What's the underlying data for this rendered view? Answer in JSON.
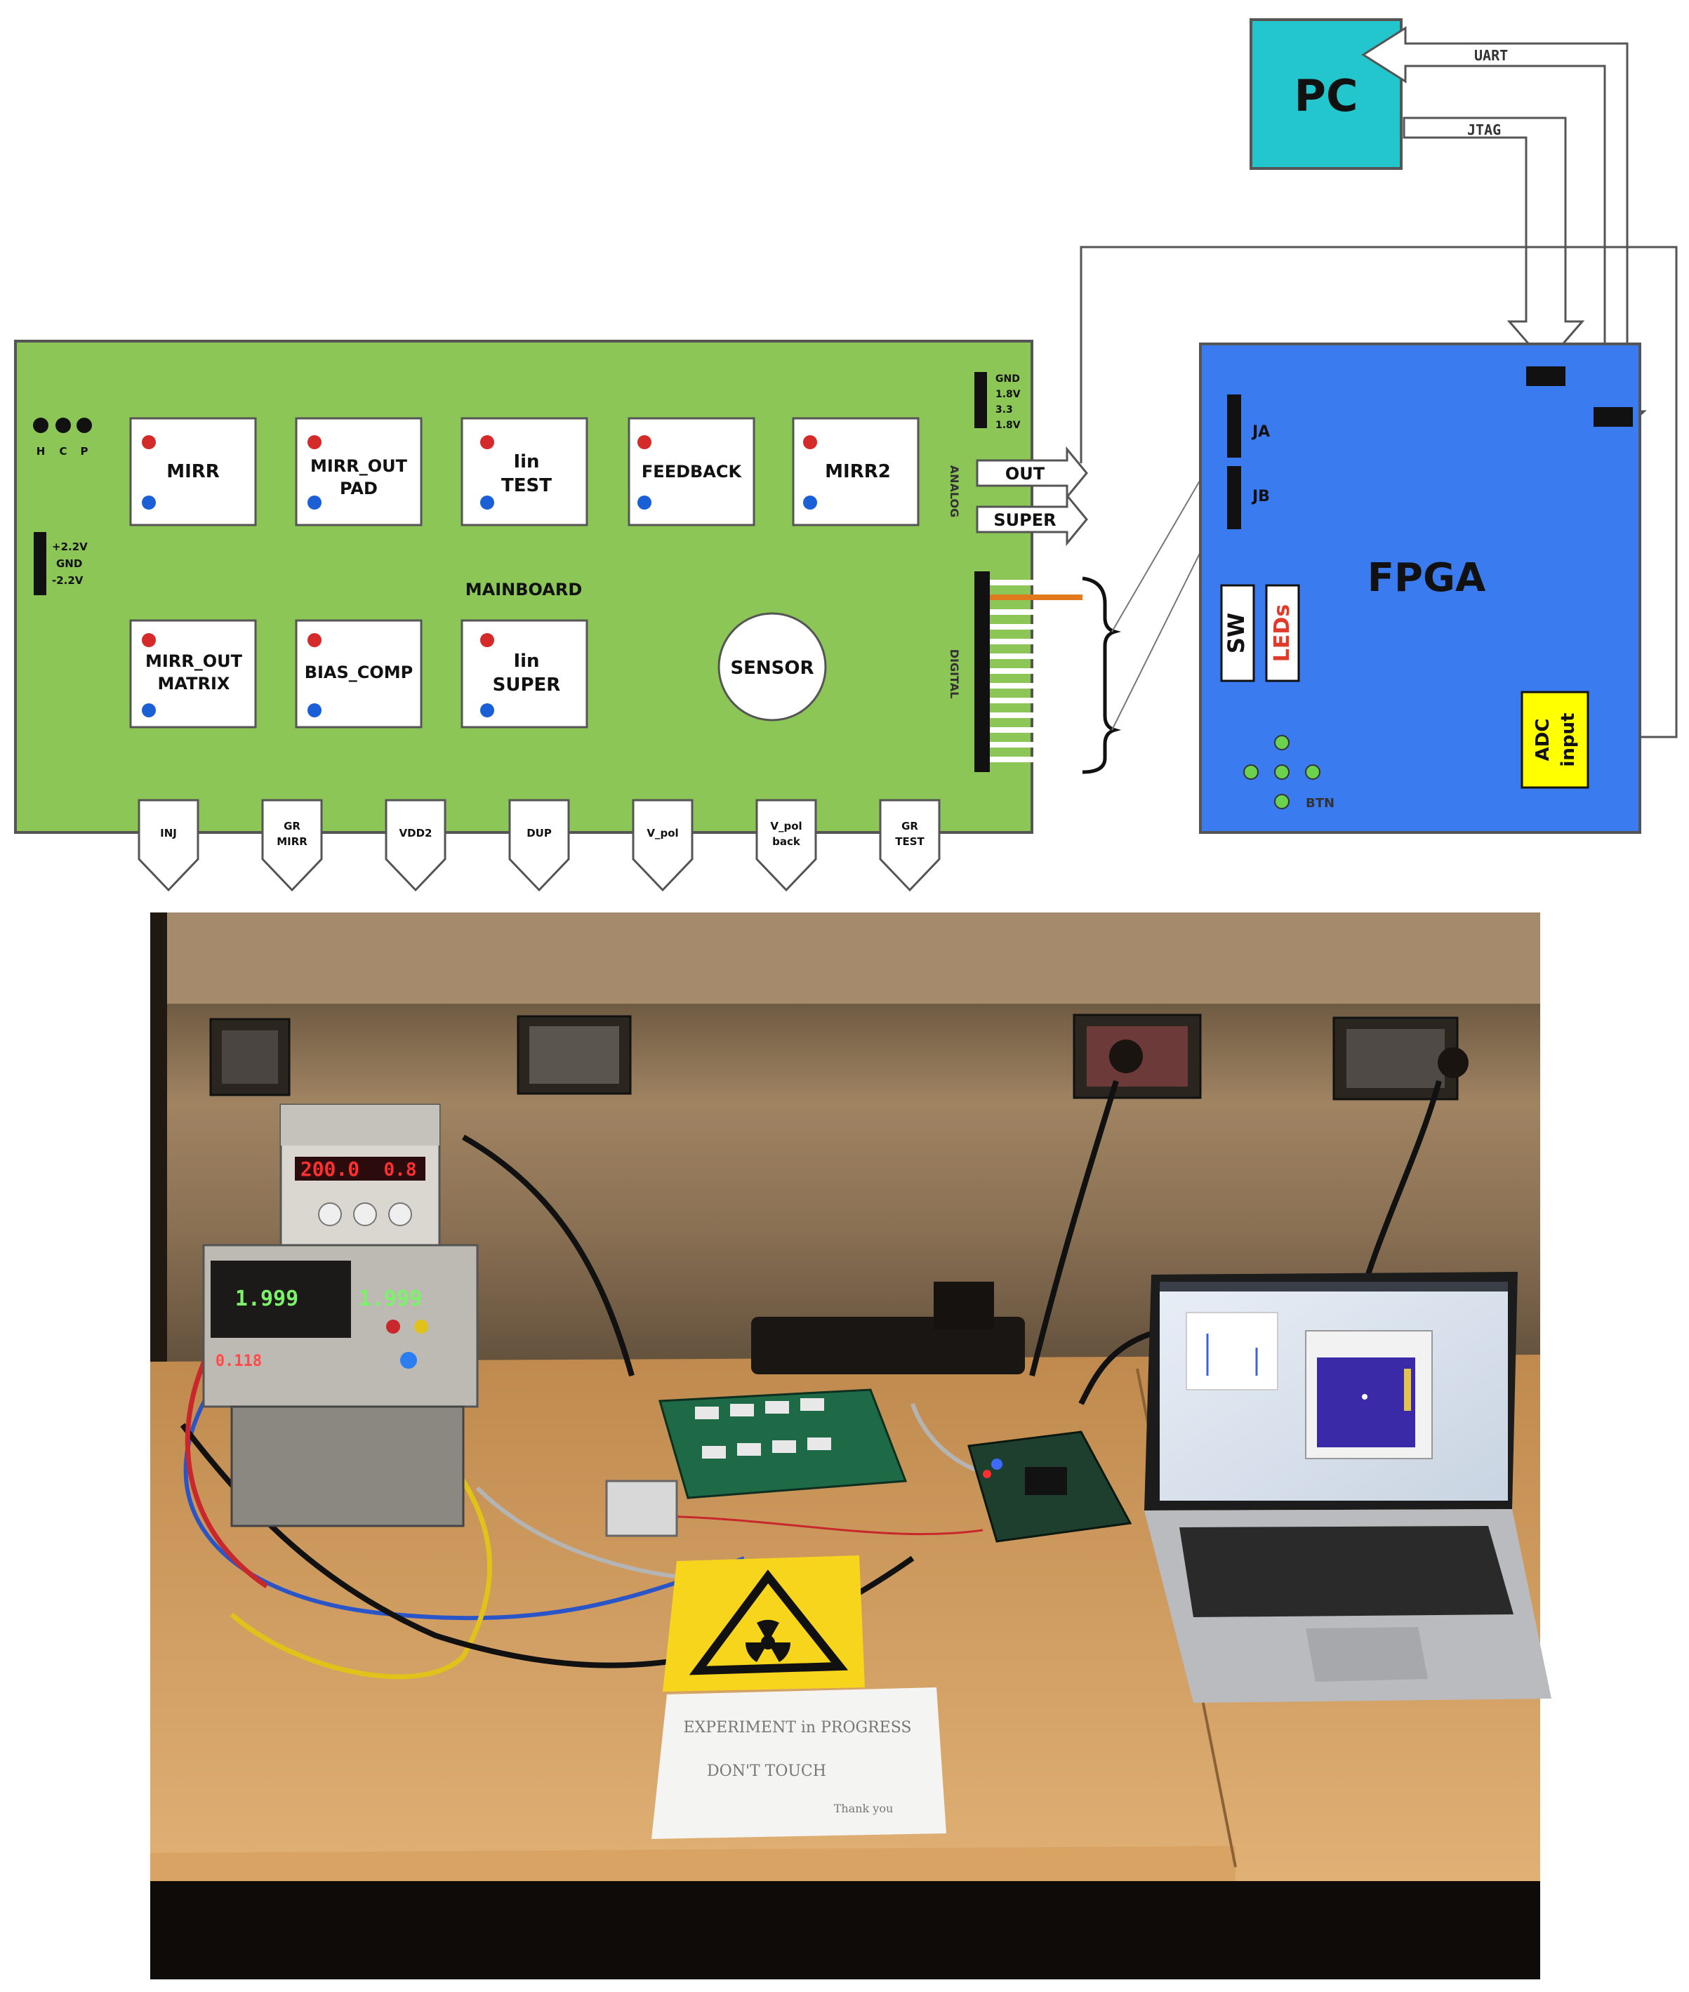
{
  "pc": {
    "label": "PC",
    "uart_label": "UART",
    "jtag_label": "JTAG"
  },
  "mainboard": {
    "label": "MAINBOARD",
    "hcp_labels": [
      "H",
      "C",
      "P"
    ],
    "power_left": [
      "+2.2V",
      "GND",
      "-2.2V"
    ],
    "power_right": [
      "GND",
      "1.8V",
      "3.3",
      "1.8V"
    ],
    "blocks": [
      {
        "lines": [
          "MIRR"
        ]
      },
      {
        "lines": [
          "MIRR_OUT",
          "PAD"
        ]
      },
      {
        "lines": [
          "Iin",
          "TEST"
        ]
      },
      {
        "lines": [
          "FEEDBACK"
        ]
      },
      {
        "lines": [
          "MIRR2"
        ]
      },
      {
        "lines": [
          "MIRR_OUT",
          "MATRIX"
        ]
      },
      {
        "lines": [
          "BIAS_COMP"
        ]
      },
      {
        "lines": [
          "Iin",
          "SUPER"
        ]
      }
    ],
    "sensor_label": "SENSOR",
    "analog_label": "ANALOG",
    "digital_label": "DIGITAL",
    "out_label": "OUT",
    "super_label": "SUPER",
    "bottom_connectors": [
      {
        "lines": [
          "INJ"
        ]
      },
      {
        "lines": [
          "GR",
          "MIRR"
        ]
      },
      {
        "lines": [
          "VDD2"
        ]
      },
      {
        "lines": [
          "DUP"
        ]
      },
      {
        "lines": [
          "V_pol"
        ]
      },
      {
        "lines": [
          "V_pol",
          "back"
        ]
      },
      {
        "lines": [
          "GR",
          "TEST"
        ]
      }
    ]
  },
  "fpga": {
    "label": "FPGA",
    "ja_label": "JA",
    "jb_label": "JB",
    "sw_label": "SW",
    "leds_label": "LEDs",
    "adc_label": [
      "ADC",
      "input"
    ],
    "btn_label": "BTN"
  },
  "photo": {
    "psu_display_left": "200.0",
    "psu_display_right": "0.8",
    "keithley_reading_1": "1.999",
    "keithley_reading_2": "1.999",
    "keithley_reading_3": "0.118",
    "sign_line_1": "EXPERIMENT in PROGRESS",
    "sign_line_2": "DON'T TOUCH",
    "sign_line_3": "Thank you"
  },
  "colors": {
    "mainboard": "#8cc656",
    "fpga": "#3a7bf0",
    "pc": "#22c6cc",
    "adc": "#ffff00",
    "red_dot": "#d42a2a",
    "blue_dot": "#1b5fd6",
    "btn_dot": "#6ad24c"
  }
}
